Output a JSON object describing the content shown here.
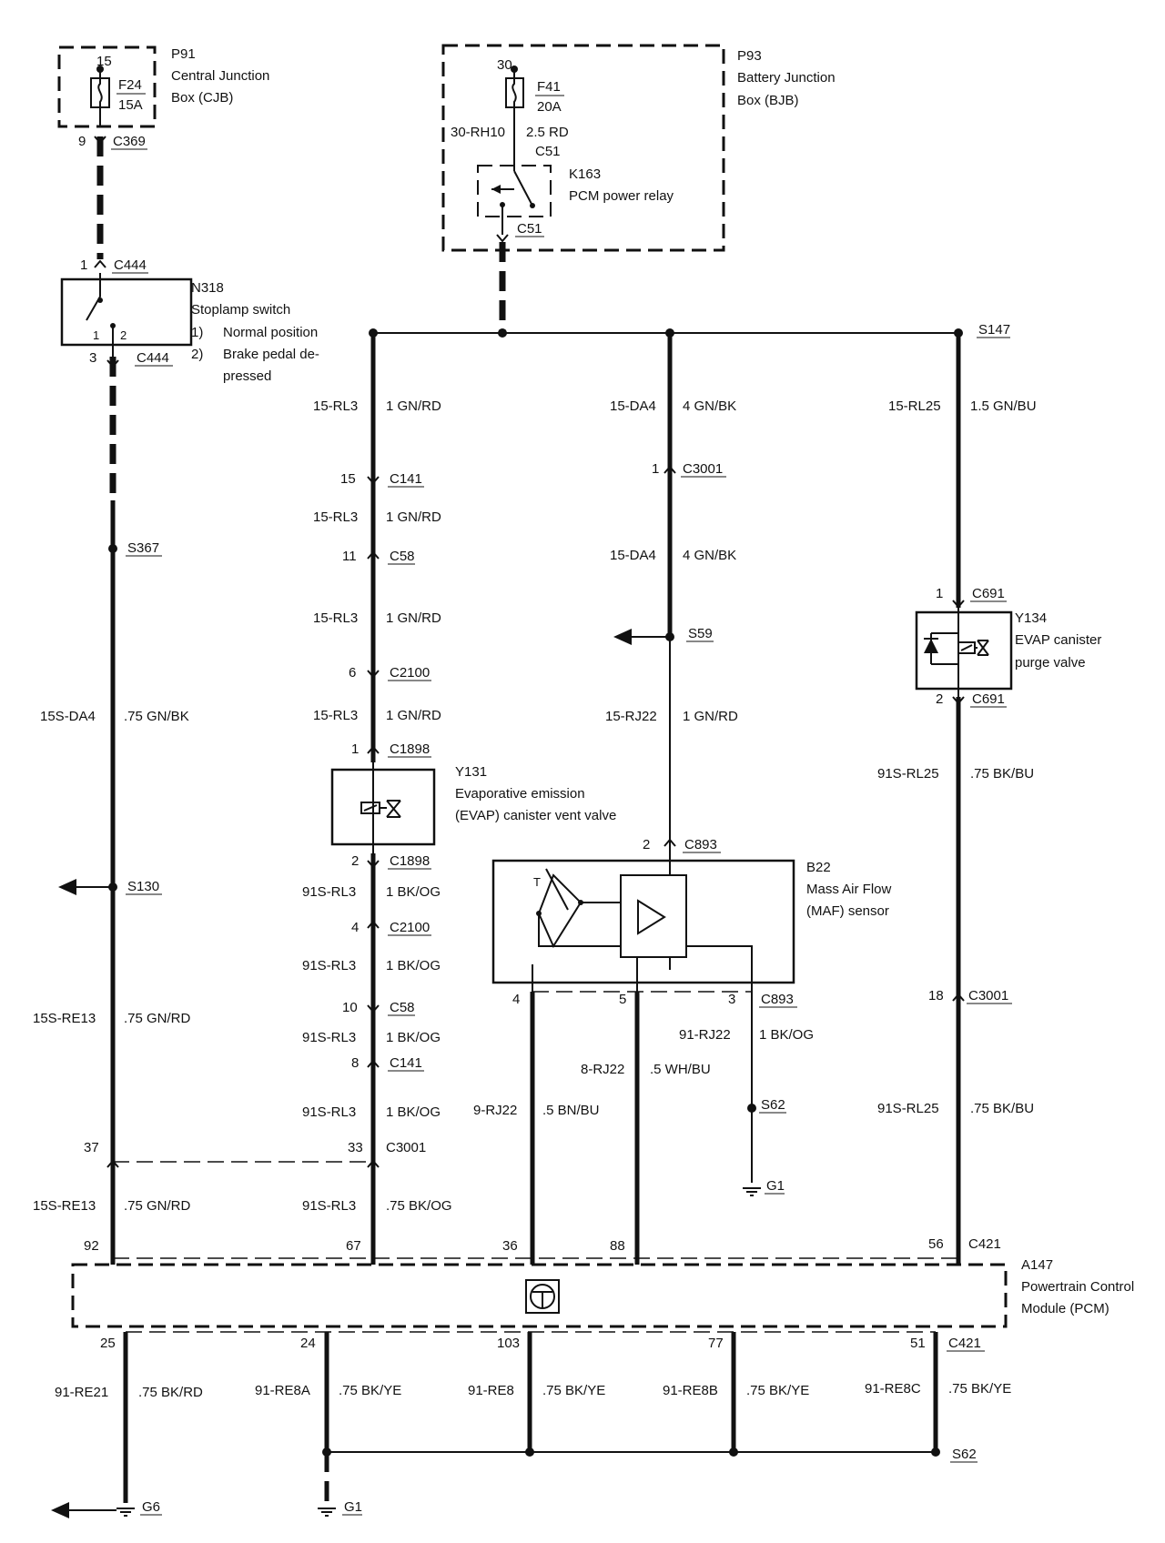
{
  "components": {
    "p91": {
      "ref": "P91",
      "name1": "Central Junction",
      "name2": "Box (CJB)",
      "pin": "15",
      "fuse": "F24",
      "rating": "15A",
      "out_pin": "9",
      "conn": "C369"
    },
    "p93": {
      "ref": "P93",
      "name1": "Battery Junction",
      "name2": "Box (BJB)",
      "pin": "30",
      "fuse": "F41",
      "rating": "20A",
      "circuit": "30-RH10",
      "wire": "2.5 RD",
      "conn_top": "C51",
      "conn_bot": "C51"
    },
    "k163": {
      "ref": "K163",
      "name": "PCM power relay"
    },
    "n318": {
      "ref": "N318",
      "name": "Stoplamp switch",
      "pos1_num": "1)",
      "pos1_text": "Normal position",
      "pos2_num": "2)",
      "pos2_text1": "Brake pedal de-",
      "pos2_text2": "pressed",
      "pin_in": "1",
      "conn_in": "C444",
      "pin_out": "3",
      "conn_out": "C444",
      "sw1": "1",
      "sw2": "2"
    },
    "y131": {
      "ref": "Y131",
      "name1": "Evaporative emission",
      "name2": "(EVAP) canister vent valve"
    },
    "y134": {
      "ref": "Y134",
      "name1": "EVAP canister",
      "name2": "purge valve"
    },
    "b22": {
      "ref": "B22",
      "name1": "Mass Air Flow",
      "name2": "(MAF) sensor",
      "t": "T"
    },
    "a147": {
      "ref": "A147",
      "name1": "Powertrain Control",
      "name2": "Module (PCM)"
    }
  },
  "splices": {
    "s147": "S147",
    "s367": "S367",
    "s130": "S130",
    "s59": "S59",
    "s62": "S62",
    "s62b": "S62",
    "g1": "G1",
    "g1b": "G1",
    "g6": "G6"
  },
  "col1": {
    "w1_circ": "15S-DA4",
    "w1_wire": ".75 GN/BK",
    "w2_circ": "15S-RE13",
    "w2_wire": ".75 GN/RD",
    "p37": "37",
    "w3_circ": "15S-RE13",
    "w3_wire": ".75 GN/RD",
    "p92": "92"
  },
  "col2": {
    "w1_circ": "15-RL3",
    "w1_wire": "1 GN/RD",
    "p15": "15",
    "c141a": "C141",
    "w2_circ": "15-RL3",
    "w2_wire": "1 GN/RD",
    "p11": "11",
    "c58a": "C58",
    "w3_circ": "15-RL3",
    "w3_wire": "1 GN/RD",
    "p6": "6",
    "c2100a": "C2100",
    "w4_circ": "15-RL3",
    "w4_wire": "1 GN/RD",
    "p1": "1",
    "c1898a": "C1898",
    "p2": "2",
    "c1898b": "C1898",
    "w5_circ": "91S-RL3",
    "w5_wire": "1 BK/OG",
    "p4": "4",
    "c2100b": "C2100",
    "w6_circ": "91S-RL3",
    "w6_wire": "1 BK/OG",
    "p10": "10",
    "c58b": "C58",
    "w7_circ": "91S-RL3",
    "w7_wire": "1 BK/OG",
    "p8": "8",
    "c141b": "C141",
    "w8_circ": "91S-RL3",
    "w8_wire": "1 BK/OG",
    "p33": "33",
    "c3001": "C3001",
    "w9_circ": "91S-RL3",
    "w9_wire": ".75 BK/OG",
    "p67": "67"
  },
  "col3": {
    "w1_circ": "15-DA4",
    "w1_wire": "4 GN/BK",
    "p1": "1",
    "c3001": "C3001",
    "w2_circ": "15-DA4",
    "w2_wire": "4 GN/BK",
    "w3_circ": "15-RJ22",
    "w3_wire": "1 GN/RD",
    "p2": "2",
    "c893": "C893",
    "p4": "4",
    "p5": "5",
    "p3": "3",
    "c893b": "C893",
    "w4_circ": "91-RJ22",
    "w4_wire": "1 BK/OG",
    "w5_circ": "8-RJ22",
    "w5_wire": ".5 WH/BU",
    "w6_circ": "9-RJ22",
    "w6_wire": ".5 BN/BU",
    "p36": "36",
    "p88": "88"
  },
  "col4": {
    "w1_circ": "15-RL25",
    "w1_wire": "1.5 GN/BU",
    "p1": "1",
    "c691a": "C691",
    "p2": "2",
    "c691b": "C691",
    "w2_circ": "91S-RL25",
    "w2_wire": ".75 BK/BU",
    "p18": "18",
    "c3001": "C3001",
    "w3_circ": "91S-RL25",
    "w3_wire": ".75 BK/BU",
    "p56": "56",
    "c421": "C421"
  },
  "bottom": {
    "p25": "25",
    "p24": "24",
    "p103": "103",
    "p77": "77",
    "p51": "51",
    "c421": "C421",
    "w1_circ": "91-RE21",
    "w1_wire": ".75 BK/RD",
    "w2_circ": "91-RE8A",
    "w2_wire": ".75 BK/YE",
    "w3_circ": "91-RE8",
    "w3_wire": ".75 BK/YE",
    "w4_circ": "91-RE8B",
    "w4_wire": ".75 BK/YE",
    "w5_circ": "91-RE8C",
    "w5_wire": ".75 BK/YE"
  }
}
